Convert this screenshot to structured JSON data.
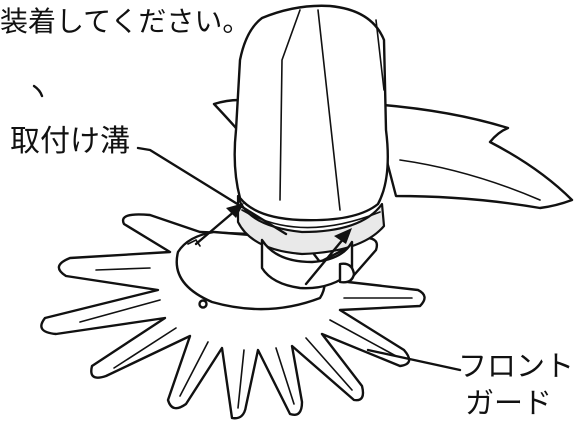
{
  "caption_fragment": "装着してください。",
  "labels": {
    "mounting_groove": "取付け溝",
    "front_guard_line1": "フロント",
    "front_guard_line2": "ガード"
  }
}
